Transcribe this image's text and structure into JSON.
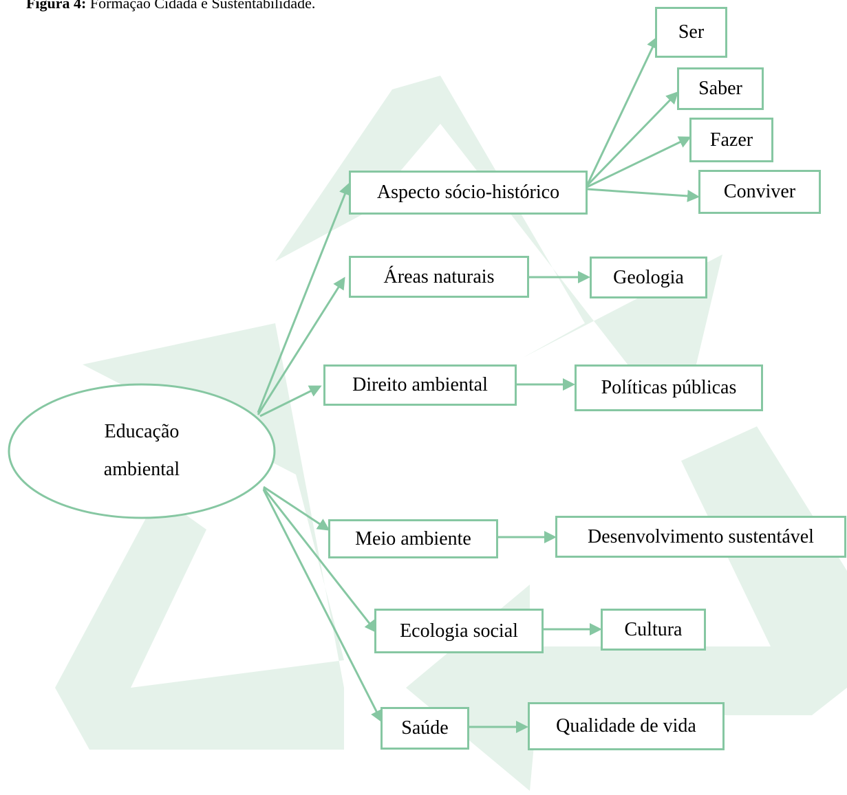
{
  "caption": {
    "label": "Figura 4:",
    "text": "Formação Cidadã e Sustentabilidade."
  },
  "colors": {
    "line": "#86c7a2",
    "watermark": "#e5f2ea"
  },
  "root": {
    "line1": "Educação",
    "line2": "ambiental"
  },
  "nodes": {
    "aspecto": "Aspecto sócio-histórico",
    "ser": "Ser",
    "saber": "Saber",
    "fazer": "Fazer",
    "conviver": "Conviver",
    "areas": "Áreas naturais",
    "geologia": "Geologia",
    "direito": "Direito ambiental",
    "politicas": "Políticas públicas",
    "meio": "Meio ambiente",
    "desenvolvimento": "Desenvolvimento sustentável",
    "ecologia": "Ecologia social",
    "cultura": "Cultura",
    "saude": "Saúde",
    "qualidade": "Qualidade de vida"
  }
}
